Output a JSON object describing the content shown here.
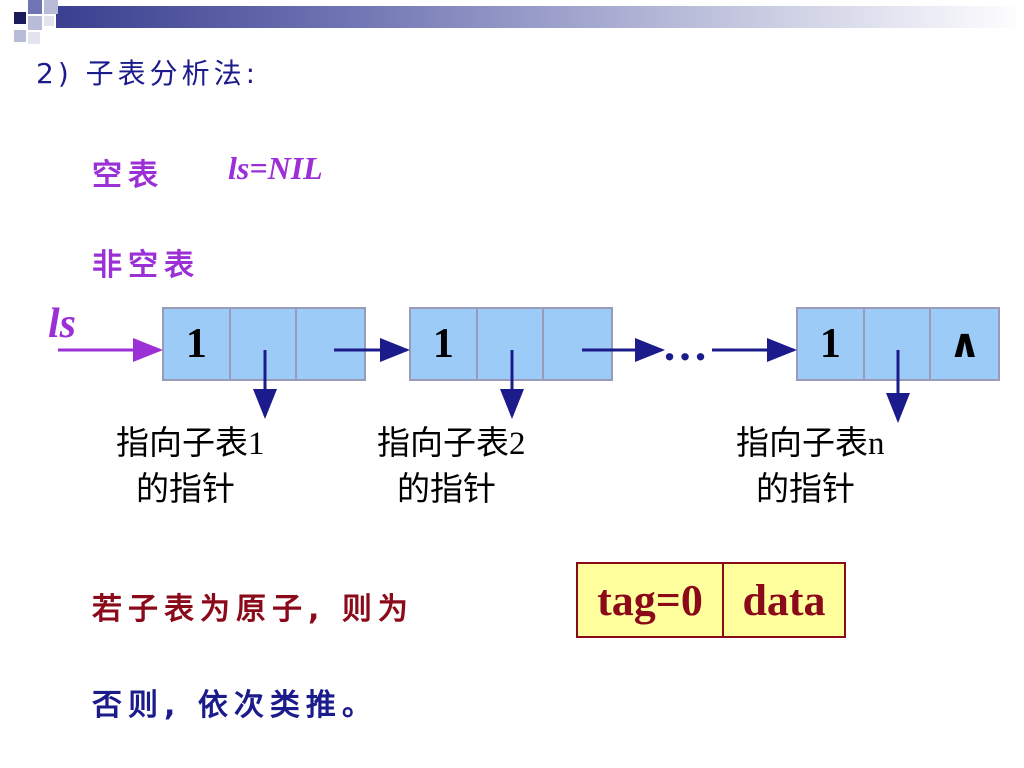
{
  "heading": "2) 子表分析法:",
  "empty_list": {
    "label": "空表",
    "expr": "ls=NIL"
  },
  "nonempty_label": "非空表",
  "ls_label": "ls",
  "nodes": [
    {
      "tag": "1",
      "last": ""
    },
    {
      "tag": "1",
      "last": ""
    },
    {
      "tag": "1",
      "last": "∧"
    }
  ],
  "ellipsis": "…",
  "captions": [
    {
      "line1": "指向子表1",
      "line2": "的指针"
    },
    {
      "line1": "指向子表2",
      "line2": "的指针"
    },
    {
      "line1": "指向子表n",
      "line2": "的指针"
    }
  ],
  "atom_text": "若子表为原子, 则为",
  "atom_node": {
    "tag": "tag=0",
    "data": "data"
  },
  "otherwise_text": "否则, 依次类推。",
  "colors": {
    "purple": "#9b30d6",
    "navy": "#1b1b8c",
    "maroon": "#8b0a1a",
    "node_fill": "#9ccbf7",
    "atom_fill": "#ffff9e"
  }
}
